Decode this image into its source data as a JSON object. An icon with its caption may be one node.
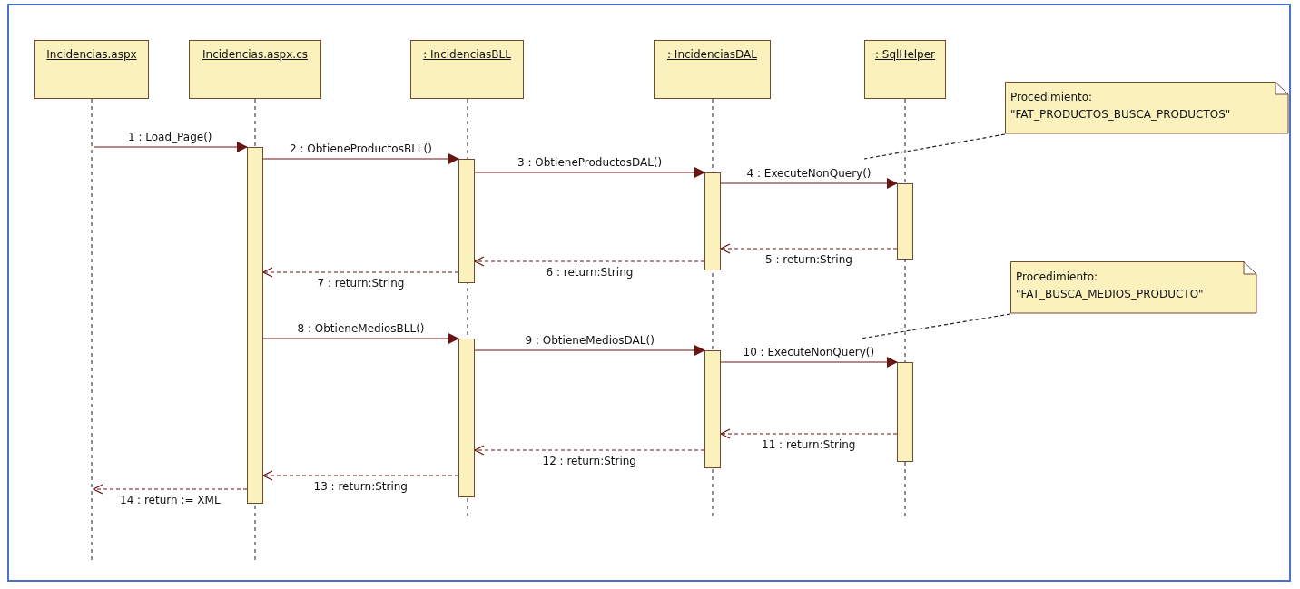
{
  "diagram": {
    "nodes": [
      {
        "text": [
          "Incidencias.aspx"
        ]
      },
      {
        "text": [
          "Incidencias.aspx.cs"
        ]
      },
      {
        "text": [
          ": IncidenciasBLL"
        ]
      },
      {
        "text": [
          ": IncidenciasDAL"
        ]
      },
      {
        "text": [
          ": SqlHelper"
        ]
      },
      {
        "text": [],
        "shape": "line"
      },
      {
        "text": [
          "Procedimiento: \"FAT_PRODUCTOS_BUSCA_PRODUCTOS\""
        ]
      },
      {
        "text": [
          "Procedimiento: \"FAT_BUSCA_MEDIOS_PRODUCTO\""
        ]
      },
      {
        "text": [],
        "shape": "bar"
      },
      {
        "text": [],
        "shape": "bar"
      },
      {
        "text": [],
        "shape": "bar"
      },
      {
        "text": [],
        "shape": "bar"
      },
      {
        "text": [],
        "shape": "bar"
      },
      {
        "text": [],
        "shape": "bar"
      },
      {
        "text": [],
        "shape": "bar"
      }
    ],
    "edges": [
      {
        "from": 5,
        "to": 8,
        "arrow": "to",
        "label": "1 : Load_Page()"
      },
      {
        "from": 8,
        "to": 9,
        "arrow": "to",
        "label": "2 : ObtieneProductosBLL()"
      },
      {
        "from": 9,
        "to": 10,
        "arrow": "to",
        "label": "3 : ObtieneProductosDAL()"
      },
      {
        "from": 10,
        "to": 11,
        "arrow": "to",
        "label": "4 : ExecuteNonQuery()"
      },
      {
        "from": 11,
        "to": 10,
        "arrow": "to",
        "label": "5 : return:String",
        "style": "dashed"
      },
      {
        "from": 10,
        "to": 9,
        "arrow": "to",
        "label": "6 : return:String",
        "style": "dashed"
      },
      {
        "from": 9,
        "to": 8,
        "arrow": "to",
        "label": "7 : return:String",
        "style": "dashed"
      },
      {
        "from": 8,
        "to": 12,
        "arrow": "to",
        "label": "8 : ObtieneMediosBLL()"
      },
      {
        "from": 12,
        "to": 13,
        "arrow": "to",
        "label": "9 : ObtieneMediosDAL()"
      },
      {
        "from": 13,
        "to": 14,
        "arrow": "to",
        "label": "10 : ExecuteNonQuery()"
      },
      {
        "from": 14,
        "to": 13,
        "arrow": "to",
        "label": "11 : return:String",
        "style": "dashed"
      },
      {
        "from": 13,
        "to": 12,
        "arrow": "to",
        "label": "12 : return:String",
        "style": "dashed"
      },
      {
        "from": 12,
        "to": 8,
        "arrow": "to",
        "label": "13 : return:String",
        "style": "dashed"
      },
      {
        "from": 8,
        "to": 5,
        "arrow": "to",
        "label": "14 : return := XML",
        "style": "dashed"
      },
      {
        "from": 6,
        "to": null,
        "arrow": "none",
        "style": "dashed"
      },
      {
        "from": 7,
        "to": null,
        "arrow": "none",
        "style": "dashed"
      }
    ]
  }
}
